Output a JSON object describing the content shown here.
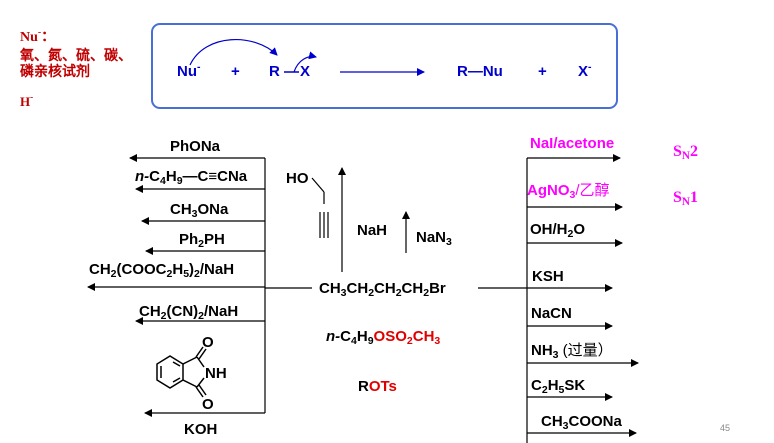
{
  "nu_legend": {
    "line1": "Nu",
    "line1_sup": "-",
    "line1_tail": "：",
    "line2": "氧、氮、硫、碳、",
    "line3": "磷亲核试剂",
    "line4": "H",
    "line4_sup": "-"
  },
  "equation": {
    "nu": "Nu",
    "nu_sup": "-",
    "plus1": "+",
    "r": "R",
    "x": "X",
    "product": "R—Nu",
    "plus2": "+",
    "leaving": "X",
    "leaving_sup": "-"
  },
  "center": {
    "substrate": {
      "a": "CH",
      "a_sub": "3",
      "b": "CH",
      "b_sub": "2",
      "c": "CH",
      "c_sub": "2",
      "d": "CH",
      "d_sub": "2",
      "e": "Br"
    },
    "alt1": {
      "prefix": "n-",
      "a": "C",
      "a_sub": "4",
      "b": "H",
      "b_sub": "9",
      "c": "OSO",
      "c_sub": "2",
      "d": "CH",
      "d_sub": "3"
    },
    "alt2": {
      "a": "R",
      "b": "OTs"
    },
    "up_product": "HO",
    "nah": "NaH",
    "nan3": "NaN",
    "nan3_sub": "3"
  },
  "left_reagents": {
    "phona": "PhONa",
    "alkyne": {
      "prefix": "n-",
      "a": "C",
      "a_sub": "4",
      "b": "H",
      "b_sub": "9",
      "c": "—C≡CNa"
    },
    "ch3ona": {
      "a": "CH",
      "a_sub": "3",
      "b": "ONa"
    },
    "ph2ph": {
      "a": "Ph",
      "a_sub": "2",
      "b": "PH"
    },
    "malonate": {
      "a": "CH",
      "a_sub": "2",
      "b": "(COOC",
      "b_sub": "2",
      "c": "H",
      "c_sub": "5",
      "d": ")",
      "d_sub": "2",
      "e": "/NaH"
    },
    "malononitrile": {
      "a": "CH",
      "a_sub": "2",
      "b": "(CN)",
      "b_sub": "2",
      "c": "/NaH"
    },
    "phthalimide": {
      "o_top": "O",
      "nh": "NH",
      "o_bottom": "O"
    },
    "koh": "KOH"
  },
  "right_reagents": {
    "nai": "NaI/acetone",
    "sn2": {
      "a": "S",
      "a_sub": "N",
      "b": "2"
    },
    "agno3": {
      "a": "AgNO",
      "a_sub": "3",
      "b": "/乙醇"
    },
    "sn1": {
      "a": "S",
      "a_sub": "N",
      "b": "1"
    },
    "ohh2o": {
      "a": "OH/H",
      "a_sub": "2",
      "b": "O"
    },
    "ksh": "KSH",
    "nacn": "NaCN",
    "nh3": {
      "a": "NH",
      "a_sub": "3",
      "b": " (过量）"
    },
    "c2h5sk": {
      "a": "C",
      "a_sub": "2",
      "b": "H",
      "b_sub": "5",
      "c": "SK"
    },
    "acetate": {
      "a": "CH",
      "a_sub": "3",
      "b": "COONa"
    }
  },
  "page_number": "45",
  "colors": {
    "legend": "#c00000",
    "reagent": "#000000",
    "highlight": "#ff00ff",
    "equation": "#0000cc",
    "box_border": "#4a6fd4"
  }
}
